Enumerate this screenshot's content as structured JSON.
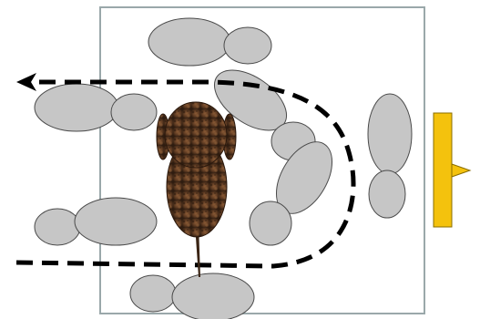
{
  "diagram": {
    "elements": [
      "arena-boundary",
      "gray-oval-objects",
      "dashed-path-with-arrow",
      "brown-animal-top-view",
      "yellow-marker"
    ]
  },
  "colors": {
    "arena_border": "#9aa8aa",
    "object_fill": "#c6c6c6",
    "object_stroke": "#4a4a4a",
    "path": "#000000",
    "animal_dark": "#3a2414",
    "animal_mid": "#5e3b22",
    "animal_light": "#8a5a35",
    "marker_fill": "#f4c20d",
    "marker_stroke": "#8a6d00"
  },
  "icons": {
    "arrow": "arrowhead-left-icon",
    "animal": "animal-top-view-icon",
    "marker": "yellow-marker-icon"
  }
}
